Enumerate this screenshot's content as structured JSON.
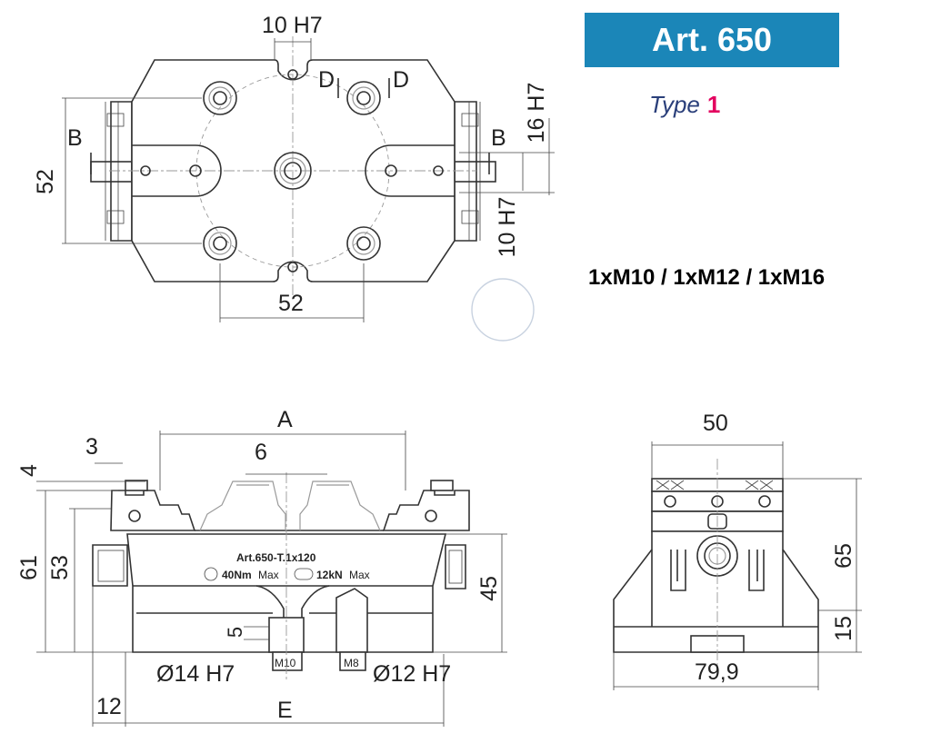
{
  "header": {
    "article": "Art. 650",
    "type_label": "Type",
    "type_number": "1",
    "threads": "1xM10 / 1xM12 / 1xM16"
  },
  "top_view": {
    "dim_10h7_top": "10 H7",
    "section_d_left": "D",
    "section_d_right": "D",
    "section_b_left": "B",
    "section_b_right": "B",
    "dim_52_left": "52",
    "dim_16h7": "16 H7",
    "dim_10h7_right": "10 H7",
    "dim_52_bottom": "52"
  },
  "front_view": {
    "dim_a": "A",
    "dim_3": "3",
    "dim_6": "6",
    "dim_4": "4",
    "dim_61": "61",
    "dim_53": "53",
    "dim_45": "45",
    "dim_5": "5",
    "label_model": "Art.650-T.1x120",
    "label_torque": "40Nm",
    "label_force": "12kN",
    "label_max": "Max",
    "label_m10": "M10",
    "label_m8": "M8",
    "dim_d14": "Ø14 H7",
    "dim_d12": "Ø12 H7",
    "dim_12": "12",
    "dim_e": "E"
  },
  "side_view": {
    "dim_50": "50",
    "dim_65": "65",
    "dim_15": "15",
    "dim_79_9": "79,9"
  },
  "colors": {
    "badge_bg": "#1b86b8",
    "type_text": "#2a3f7a",
    "type_number": "#e3005f"
  }
}
